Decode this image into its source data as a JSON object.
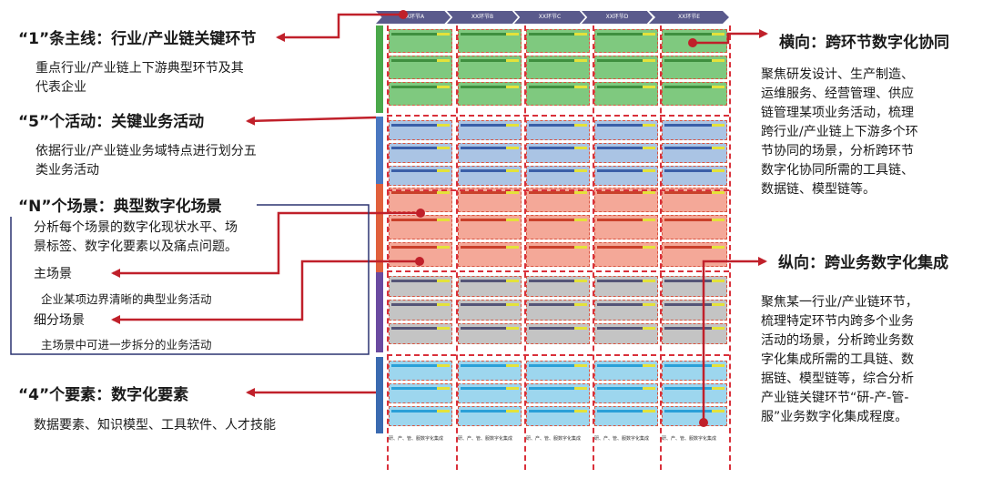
{
  "left": {
    "main_line": {
      "title": "“1”条主线：行业/产业链关键环节",
      "desc_lines": [
        "重点行业/产业链上下游典型环节及其",
        "代表企业"
      ]
    },
    "activities": {
      "title": "“5”个活动：关键业务活动",
      "desc_lines": [
        "依据行业/产业链业务域特点进行划分五",
        "类业务活动"
      ]
    },
    "scenes": {
      "title": "“N”个场景：典型数字化场景",
      "desc_lines": [
        "分析每个场景的数字化现状水平、场",
        "景标签、数字化要素以及痛点问题。"
      ],
      "main_scene_label": "主场景",
      "main_scene_desc": "企业某项边界清晰的典型业务活动",
      "sub_scene_label": "细分场景",
      "sub_scene_desc": "主场景中可进一步拆分的业务活动"
    },
    "elements": {
      "title": "“4”个要素：数字化要素",
      "desc": "数据要素、知识模型、工具软件、人才技能"
    }
  },
  "right": {
    "horizontal": {
      "title": "横向：跨环节数字化协同",
      "desc_lines": [
        "聚焦研发设计、生产制造、",
        "运维服务、经营管理、供应",
        "链管理某项业务活动，梳理",
        "跨行业/产业链上下游多个环",
        "节协同的场景，分析跨环节",
        "数字化协同所需的工具链、",
        "数据链、模型链等。"
      ]
    },
    "vertical": {
      "title": "纵向：跨业务数字化集成",
      "desc_lines": [
        "聚焦某一行业/产业链环节，",
        "梳理特定环节内跨多个业务",
        "活动的场景，分析跨业务数",
        "字化集成所需的工具链、数",
        "据链、模型链等，综合分析",
        "产业链关键环节“研-产-管-",
        "服”业务数字化集成程度。"
      ]
    }
  },
  "matrix": {
    "stages": [
      "XX环节A",
      "XX环节B",
      "XX环节C",
      "XX环节D",
      "XX环节E"
    ],
    "footer_label": "研、产、管、服数字化集成",
    "colors": {
      "green": "#7fc97f",
      "blue": "#aac4e4",
      "red": "#f4a898",
      "gray": "#c4c4c4",
      "cyan": "#9dd6ee",
      "arrow": "#c0202a"
    }
  }
}
